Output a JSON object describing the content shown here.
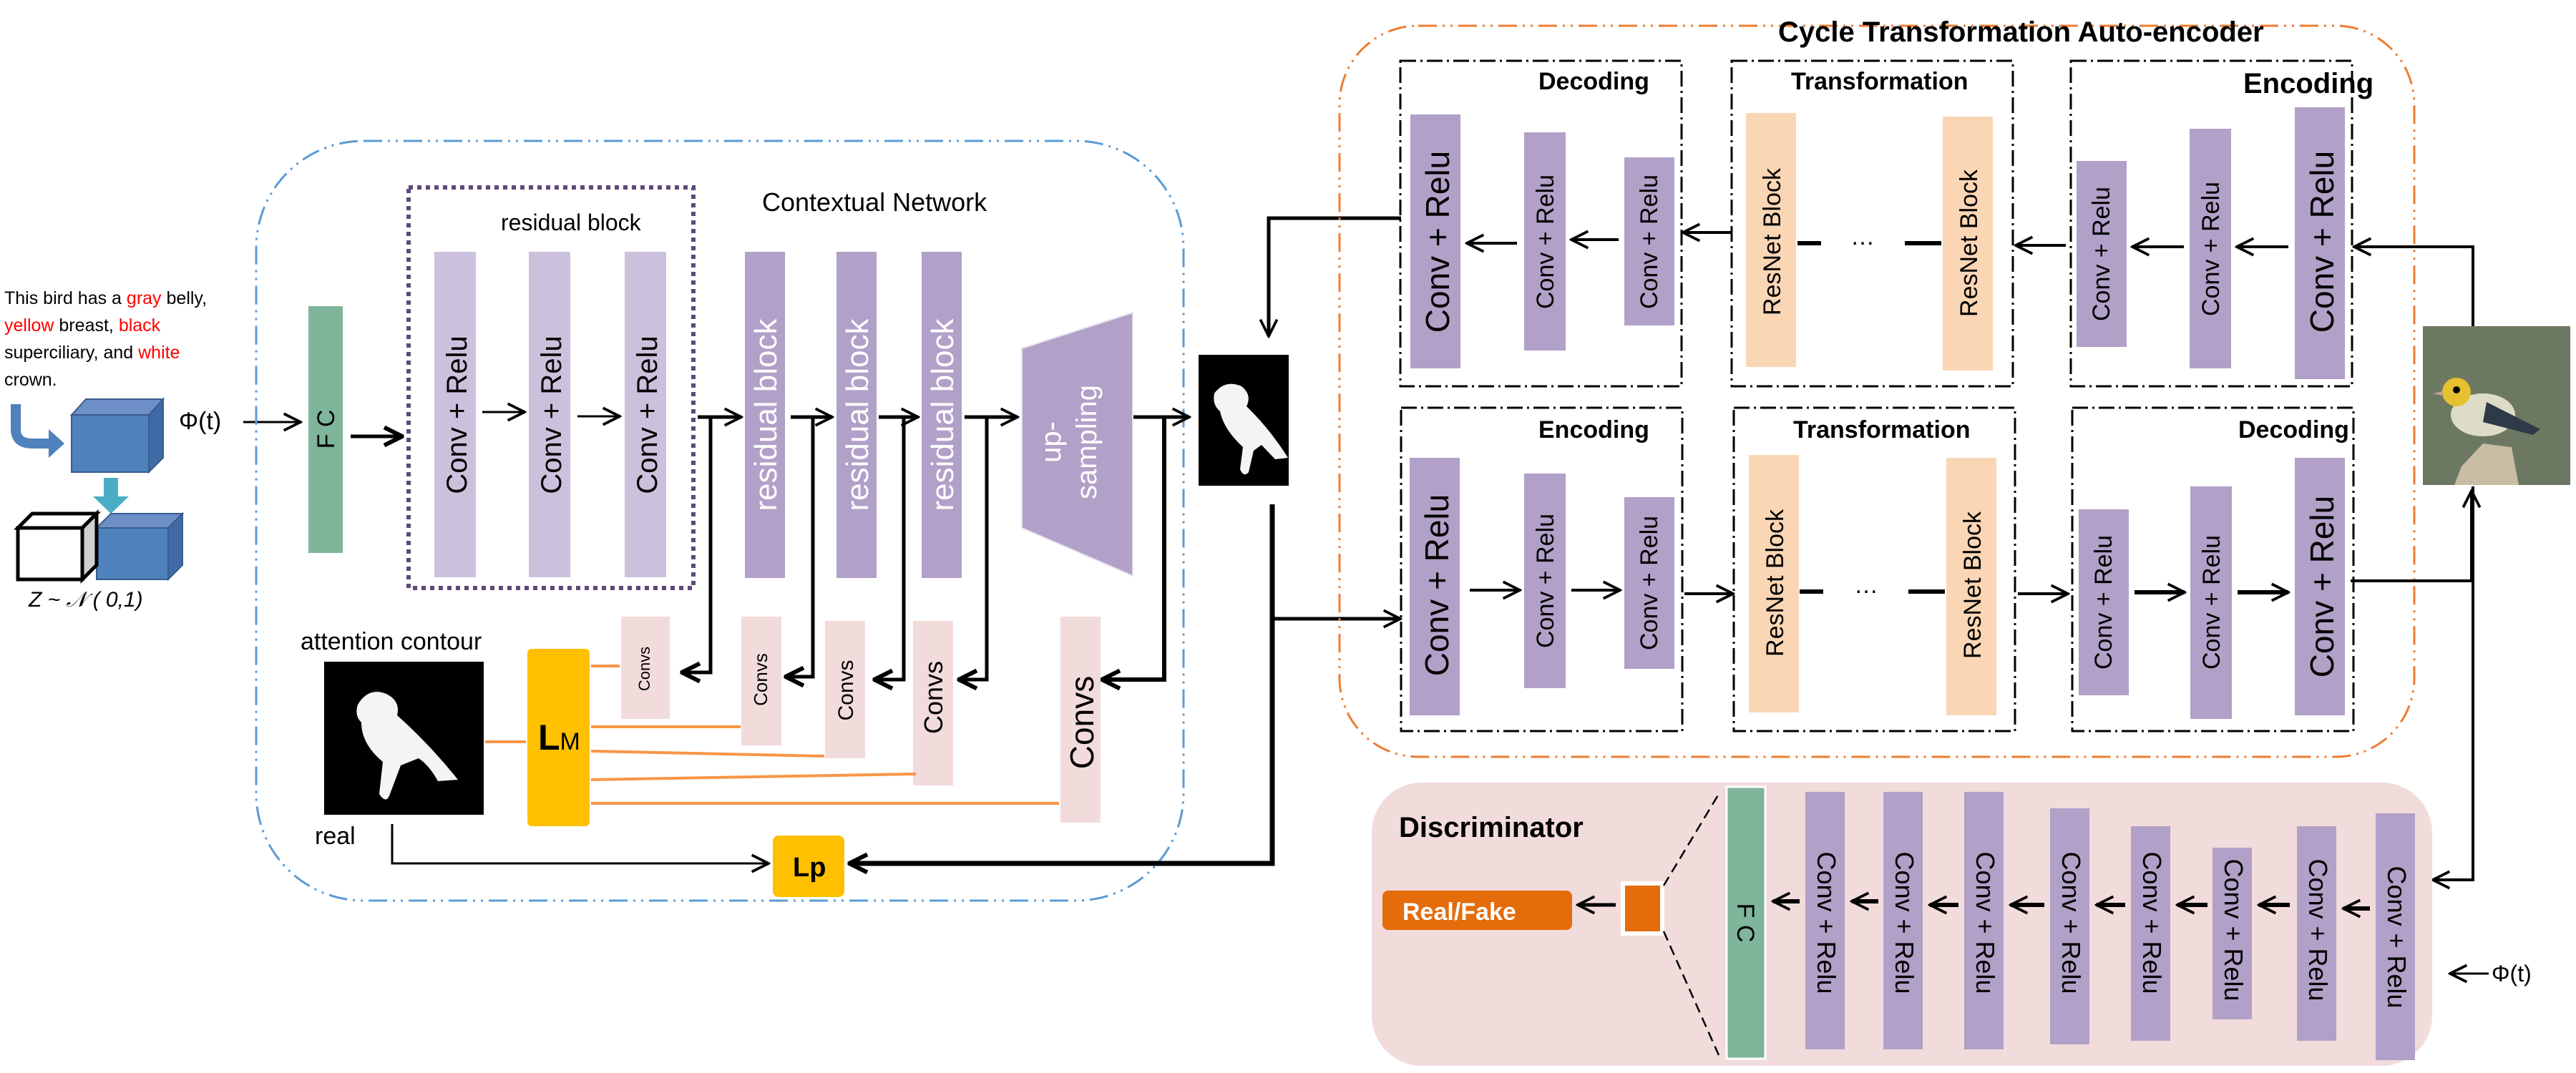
{
  "figure": {
    "text_input": {
      "segments": [
        {
          "text": "This bird has a ",
          "highlight": false
        },
        {
          "text": "gray",
          "highlight": true
        },
        {
          "text": " belly,",
          "highlight": false
        },
        {
          "text": "yellow",
          "highlight": true
        },
        {
          "text": " breast, ",
          "highlight": false
        },
        {
          "text": "black",
          "highlight": true
        },
        {
          "text": "superciliary, and ",
          "highlight": false
        },
        {
          "text": "white",
          "highlight": true
        },
        {
          "text": "crown.",
          "highlight": false
        }
      ],
      "phi_label": "Φ(t)",
      "noise_label": "Z ~ 𝒩 ( 0,1)"
    },
    "contextual_network": {
      "title": "Contextual Network",
      "fc_label": "F C",
      "residual_block_caption": "residual  block",
      "residual_inner_layers": [
        "Conv + Relu",
        "Conv + Relu",
        "Conv + Relu"
      ],
      "residual_blocks": [
        "residual  block",
        "residual  block",
        "residual  block"
      ],
      "upsampling_label_1": "up-",
      "upsampling_label_2": "sampling",
      "convs": [
        "Convs",
        "Convs",
        "Convs",
        "Convs",
        "Convs"
      ],
      "attention_label": "attention contour",
      "real_label": "real",
      "loss_mask_label": "L",
      "loss_mask_sub": "M",
      "loss_perc_label": "Lp"
    },
    "cycle_autoencoder": {
      "title": "Cycle Transformation Auto-encoder",
      "top_row": {
        "decoding": {
          "title": "Decoding",
          "layers": [
            "Conv + Relu",
            "Conv + Relu",
            "Conv + Relu"
          ]
        },
        "transformation": {
          "title": "Transformation",
          "blocks": [
            "ResNet  Block",
            "ResNet  Block"
          ],
          "ellipsis": "…"
        },
        "encoding": {
          "title": "Encoding",
          "layers": [
            "Conv + Relu",
            "Conv + Relu",
            "Conv + Relu"
          ]
        }
      },
      "bottom_row": {
        "encoding": {
          "title": "Encoding",
          "layers": [
            "Conv + Relu",
            "Conv + Relu",
            "Conv + Relu"
          ]
        },
        "transformation": {
          "title": "Transformation",
          "blocks": [
            "ResNet  Block",
            "ResNet  Block"
          ],
          "ellipsis": "…"
        },
        "decoding": {
          "title": "Decoding",
          "layers": [
            "Conv + Relu",
            "Conv + Relu",
            "Conv + Relu"
          ]
        }
      }
    },
    "discriminator": {
      "title": "Discriminator",
      "output_label": "Real/Fake",
      "fc_label": "F C",
      "layers": [
        "Conv + Relu",
        "Conv + Relu",
        "Conv + Relu",
        "Conv + Relu",
        "Conv + Relu",
        "Conv + Relu",
        "Conv + Relu",
        "Conv + Relu"
      ],
      "phi_label": "Φ(t)"
    },
    "colors": {
      "contextual_border": "#5b9bd5",
      "cycle_border": "#ed7d31",
      "fc": "#7fb59a",
      "conv_light": "#ccc1dc",
      "conv": "#b1a0c7",
      "resnet": "#fad6b5",
      "convs_pink": "#f2dcdb",
      "loss": "#ffc000",
      "disc_bg": "#f2dcdb",
      "real_fake": "#e46c0a",
      "block_blue": "#4f81bd",
      "arrow_teal": "#4bacc6"
    }
  }
}
